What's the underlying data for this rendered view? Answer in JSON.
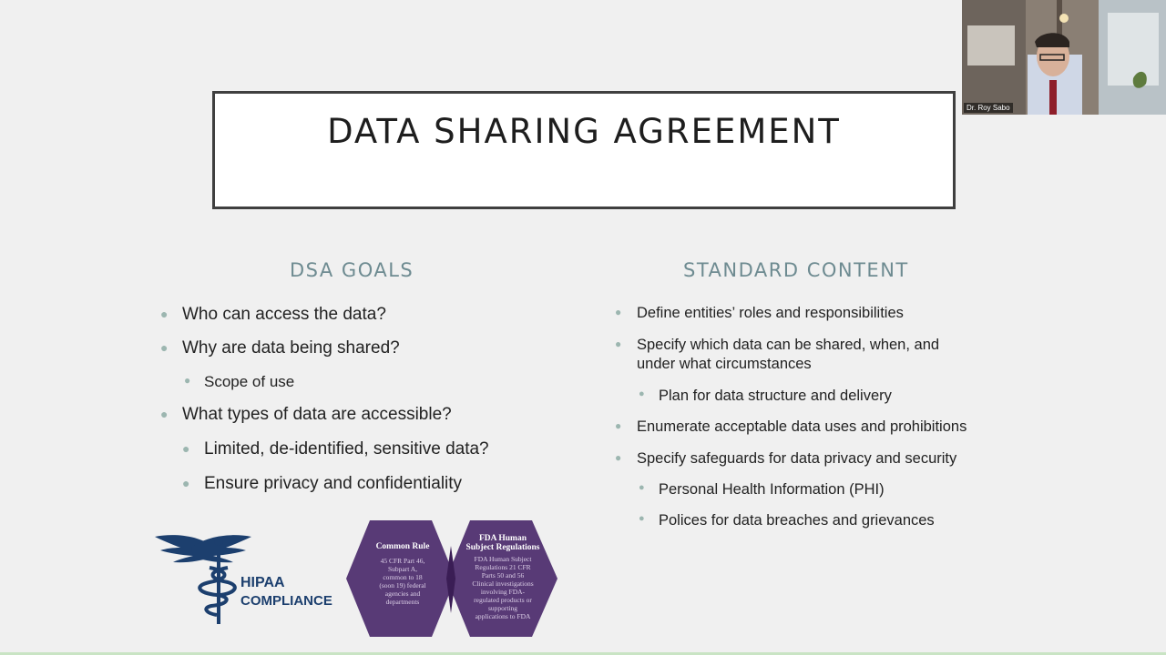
{
  "slide": {
    "title": "DATA SHARING AGREEMENT",
    "left_heading": "DSA GOALS",
    "right_heading": "STANDARD CONTENT",
    "left_bullets": [
      "Who can access the data?",
      "Why are data being shared?",
      "Scope of use",
      "What types of data are accessible?",
      "Limited, de-identified, sensitive data?",
      "Ensure privacy and confidentiality"
    ],
    "right_bullets": [
      "Define entities’ roles and responsibilities",
      "Specify which data can be shared, when, and",
      "under what circumstances",
      "Plan for data structure and delivery",
      "Enumerate acceptable data uses and prohibitions",
      "Specify safeguards for data privacy and security",
      "Personal Health Information (PHI)",
      "Polices for data breaches and grievances"
    ],
    "hipaa_logo": {
      "line1": "HIPAA",
      "line2": "COMPLIANCE"
    },
    "venn": {
      "left_title": "Common Rule",
      "left_body": [
        "45 CFR Part 46,",
        "Subpart A,",
        "common to 18",
        "(soon 19) federal",
        "agencies and",
        "departments"
      ],
      "right_title_1": "FDA Human",
      "right_title_2": "Subject Regulations",
      "right_body": [
        "FDA Human Subject",
        "Regulations 21 CFR",
        "Parts 50 and 56",
        "Clinical investigations",
        "involving FDA-",
        "regulated products or",
        "supporting",
        "applications to FDA"
      ]
    }
  },
  "webcam": {
    "name": "Dr. Roy Sabo"
  },
  "colors": {
    "background": "#f0f0f0",
    "heading": "#6e8b91",
    "bullet": "#9cb6b0",
    "hipaa_blue": "#1c3f6e",
    "venn_purple": "#4b2a6b"
  }
}
